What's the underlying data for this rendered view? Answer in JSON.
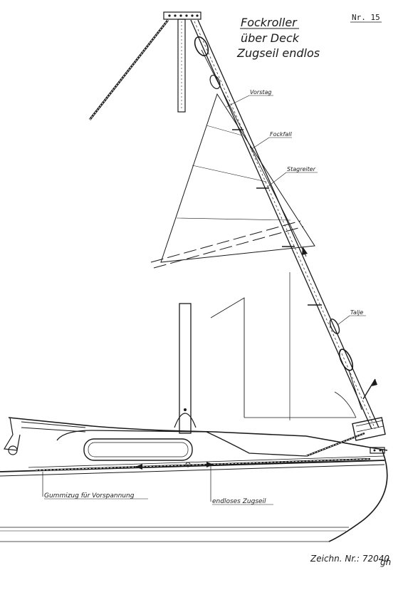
{
  "title": {
    "line1": "Fockroller",
    "line2": "über Deck",
    "line3": "Zugseil endlos"
  },
  "number": "Nr. 15",
  "labels": {
    "forestay": "Vorstag",
    "jib_halyard": "Fockfall",
    "hank": "Stagreiter",
    "tackle": "Talje",
    "elastic": "Gummizug für Vorspannung",
    "endless_line": "endloses Zugseil"
  },
  "drawing_number": "Zeichn. Nr.: 72040",
  "signature": "gh"
}
